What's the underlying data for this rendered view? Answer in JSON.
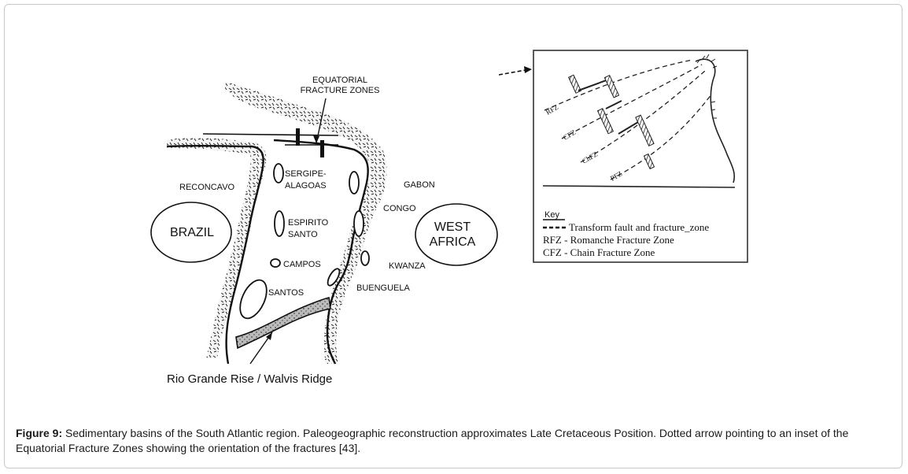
{
  "figure": {
    "map_labels": {
      "equatorial_line1": "EQUATORIAL",
      "equatorial_line2": "FRACTURE ZONES",
      "sergipe_line1": "SERGIPE-",
      "sergipe_line2": "ALAGOAS",
      "reconcavo": "RECONCAVO",
      "gabon": "GABON",
      "congo": "CONGO",
      "brazil": "BRAZIL",
      "west_africa_line1": "WEST",
      "west_africa_line2": "AFRICA",
      "espirito_line1": "ESPIRITO",
      "espirito_line2": "SANTO",
      "campos": "CAMPOS",
      "kwanza": "KWANZA",
      "santos": "SANTOS",
      "buenguela": "BUENGUELA",
      "ridge": "Rio Grande Rise / Walvis Ridge"
    },
    "inset": {
      "zone_labels": [
        "RFZ",
        "CFZ",
        "ChFZ",
        "PFZ"
      ],
      "key_title": "Key",
      "key_items": [
        "Transform fault and fracture_zone",
        "RFZ - Romanche Fracture Zone",
        "CFZ - Chain Fracture Zone"
      ]
    }
  },
  "caption": {
    "label": "Figure 9:",
    "text": " Sedimentary basins of the South Atlantic region. Paleogeographic reconstruction approximates Late Cretaceous Position. Dotted arrow pointing to an inset of the Equatorial Fracture Zones showing the orientation of the fractures [43]."
  }
}
